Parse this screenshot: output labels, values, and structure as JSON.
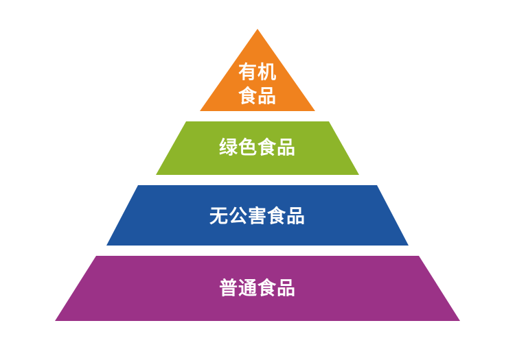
{
  "diagram": {
    "type": "pyramid",
    "tiers": [
      {
        "label_lines": [
          "有机",
          "食品"
        ],
        "color": "#f0821e"
      },
      {
        "label_lines": [
          "绿色食品"
        ],
        "color": "#8db52a"
      },
      {
        "label_lines": [
          "无公害食品"
        ],
        "color": "#1e559f"
      },
      {
        "label_lines": [
          "普通食品"
        ],
        "color": "#9b3287"
      }
    ]
  }
}
